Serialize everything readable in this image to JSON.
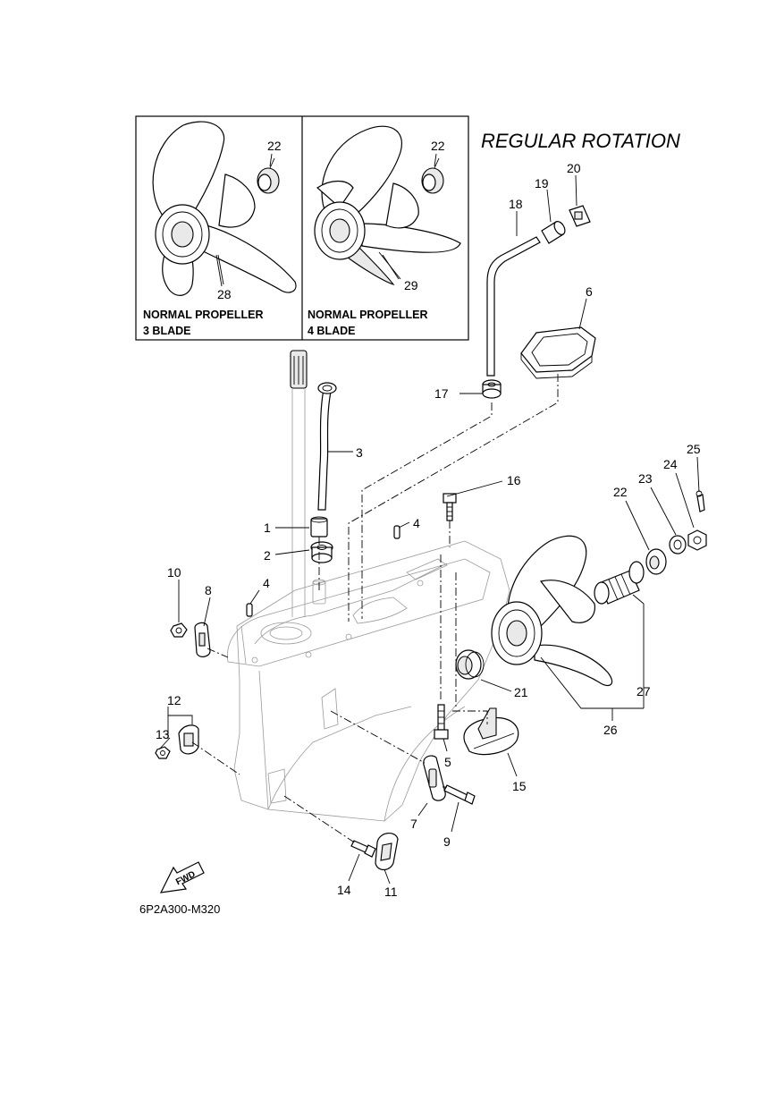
{
  "title": "REGULAR ROTATION",
  "diagram_code": "6P2A300-M320",
  "fwd_label": "FWD",
  "inset_boxes": [
    {
      "line1": "NORMAL PROPELLER",
      "line2": "3 BLADE",
      "part": "28",
      "nut_part": "22"
    },
    {
      "line1": "NORMAL PROPELLER",
      "line2": "4 BLADE",
      "part": "29",
      "nut_part": "22"
    }
  ],
  "callouts": {
    "p1": "1",
    "p2": "2",
    "p3": "3",
    "p4a": "4",
    "p4b": "4",
    "p5": "5",
    "p6": "6",
    "p7": "7",
    "p8": "8",
    "p9": "9",
    "p10": "10",
    "p11": "11",
    "p12": "12",
    "p13": "13",
    "p14": "14",
    "p15": "15",
    "p16": "16",
    "p17": "17",
    "p18": "18",
    "p19": "19",
    "p20": "20",
    "p21": "21",
    "p22": "22",
    "p23": "23",
    "p24": "24",
    "p25": "25",
    "p26": "26",
    "p27": "27"
  }
}
